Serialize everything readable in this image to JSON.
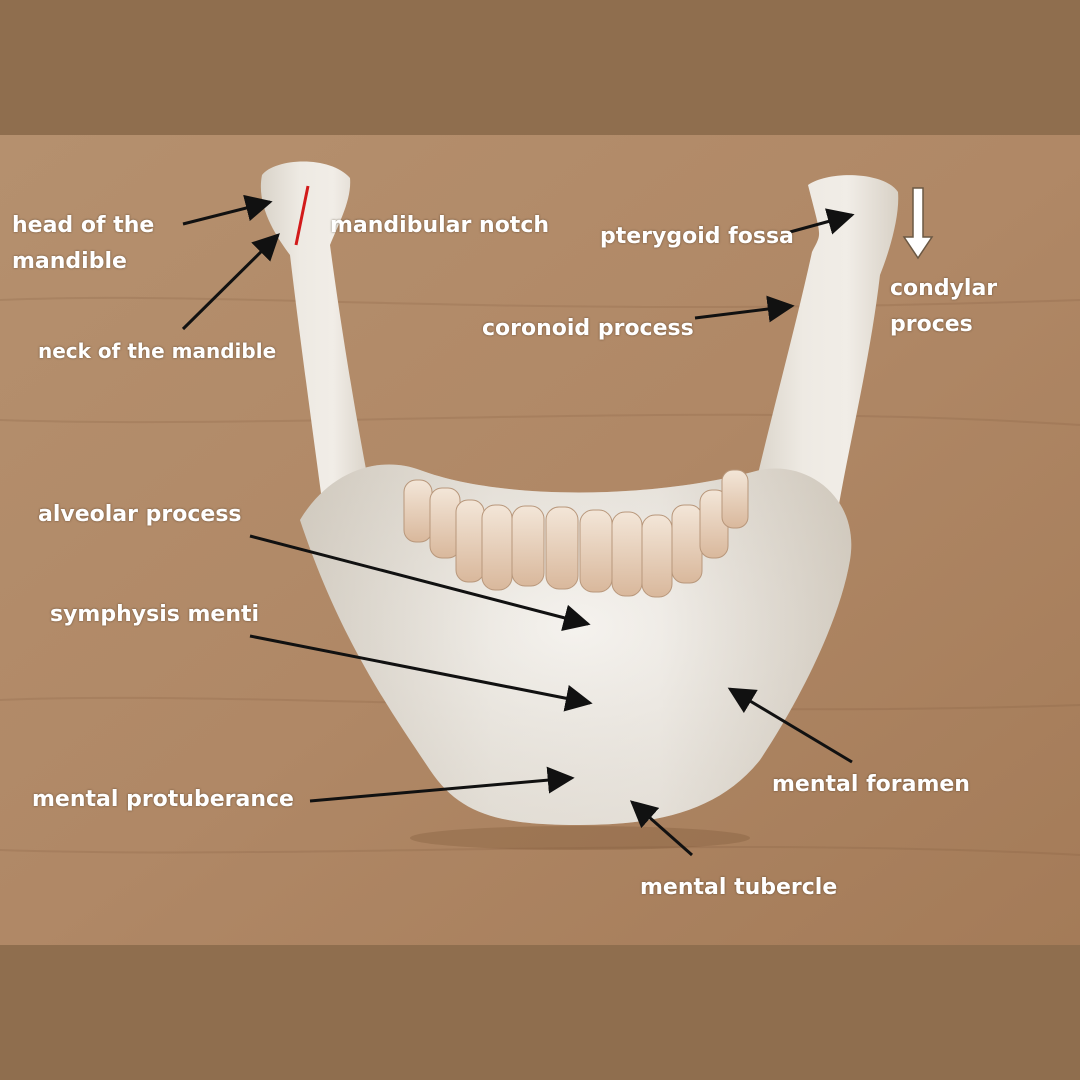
{
  "labels": {
    "head_of_mandible_1": "head of the",
    "head_of_mandible_2": "mandible",
    "mandibular_notch": "mandibular notch",
    "neck_of_mandible": "neck of the mandible",
    "pterygoid_fossa": "pterygoid fossa",
    "coronoid_process": "coronoid process",
    "condylar_process_1": "condylar",
    "condylar_process_2": "proces",
    "alveolar_process": "alveolar process",
    "symphysis_menti": "symphysis menti",
    "mental_protuberance": "mental protuberance",
    "mental_foramen": "mental foramen",
    "mental_tubercle": "mental tubercle"
  },
  "colors": {
    "frame_band": "#8f6e4e",
    "wood_background": "#b08866",
    "bone": "#ece7df",
    "teeth": "#e8d2bd",
    "arrow": "#111111",
    "highlight_line": "#d21a1a",
    "label_text": "#ffffff"
  }
}
